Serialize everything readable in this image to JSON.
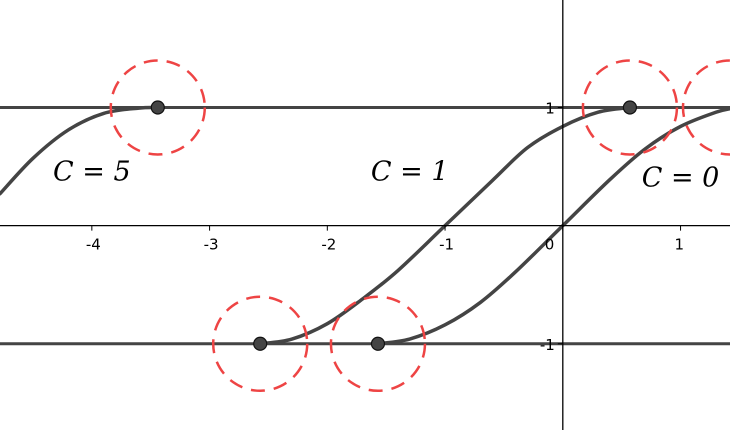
{
  "chart_data": {
    "type": "line",
    "title": "",
    "xlabel": "",
    "ylabel": "",
    "xlim": [
      -4.78,
      1.42
    ],
    "ylim": [
      -1.73,
      1.91
    ],
    "grid": false,
    "x_tick_labels": [
      "-4",
      "-3",
      "-2",
      "-1",
      "0",
      "1"
    ],
    "y_tick_labels": [
      "1",
      "-1"
    ],
    "horizontal_lines": [
      1,
      -1
    ],
    "curve_labels": [
      {
        "text": "C = 5",
        "x": -4.0,
        "y": 0.38
      },
      {
        "text": "C = 1",
        "x": -1.3,
        "y": 0.38
      },
      {
        "text": "C = 0",
        "x": 1.0,
        "y": 0.33
      }
    ],
    "series": [
      {
        "x": [
          -4.78,
          -4.5,
          -4.2,
          -3.9,
          -3.6,
          -3.44
        ],
        "y": [
          0.27,
          0.57,
          0.81,
          0.95,
          0.995,
          1.0
        ]
      },
      {
        "x": [
          -2.57,
          -2.3,
          -2.0,
          -1.7,
          -1.4,
          -1.0,
          -0.6,
          -0.3,
          0.0,
          0.3,
          0.57
        ],
        "y": [
          -1.0,
          -0.96,
          -0.83,
          -0.62,
          -0.38,
          0.0,
          0.38,
          0.66,
          0.84,
          0.96,
          1.0
        ]
      },
      {
        "x": [
          -1.57,
          -1.3,
          -1.0,
          -0.7,
          -0.4,
          0.0,
          0.4,
          0.7,
          1.0,
          1.3,
          1.42
        ],
        "y": [
          -1.0,
          -0.96,
          -0.84,
          -0.65,
          -0.39,
          0.0,
          0.39,
          0.65,
          0.84,
          0.96,
          0.99
        ]
      }
    ],
    "points": [
      {
        "x": -3.44,
        "y": 1
      },
      {
        "x": 0.57,
        "y": 1
      },
      {
        "x": -2.57,
        "y": -1
      },
      {
        "x": -1.57,
        "y": -1
      }
    ],
    "highlight_circles": [
      {
        "x": -3.44,
        "y": 1
      },
      {
        "x": 0.57,
        "y": 1
      },
      {
        "x": 1.42,
        "y": 1
      },
      {
        "x": -2.57,
        "y": -1
      },
      {
        "x": -1.57,
        "y": -1
      }
    ],
    "colors": {
      "curve": "#444444",
      "axis": "#000000",
      "point_fill": "#444444",
      "highlight": "#ee4444"
    }
  }
}
